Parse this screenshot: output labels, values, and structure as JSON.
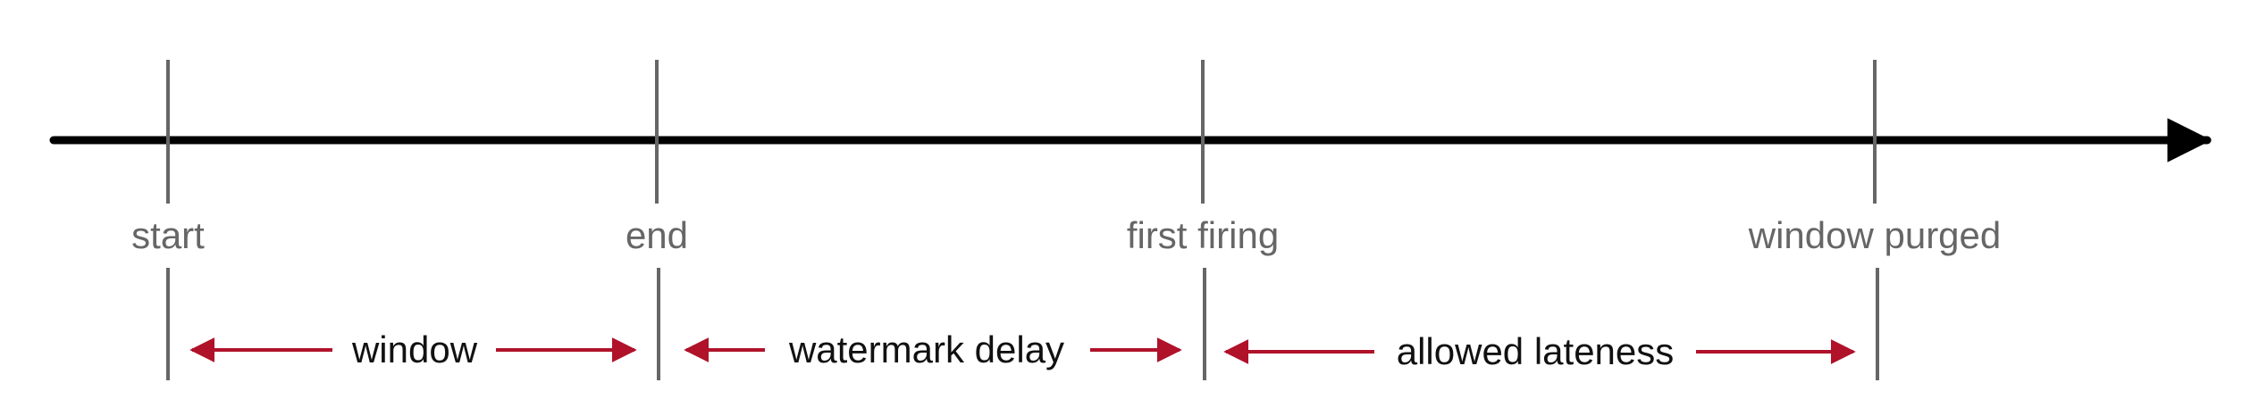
{
  "timeline": {
    "markers": [
      {
        "label": "start"
      },
      {
        "label": "end"
      },
      {
        "label": "first firing"
      },
      {
        "label": "window purged"
      }
    ],
    "intervals": [
      {
        "label": "window"
      },
      {
        "label": "watermark delay"
      },
      {
        "label": "allowed lateness"
      }
    ]
  },
  "colors": {
    "axis": "#000000",
    "marker": "#666666",
    "marker_label": "#666666",
    "interval_arrow": "#b0122a",
    "interval_label": "#111111",
    "background": "#ffffff"
  }
}
